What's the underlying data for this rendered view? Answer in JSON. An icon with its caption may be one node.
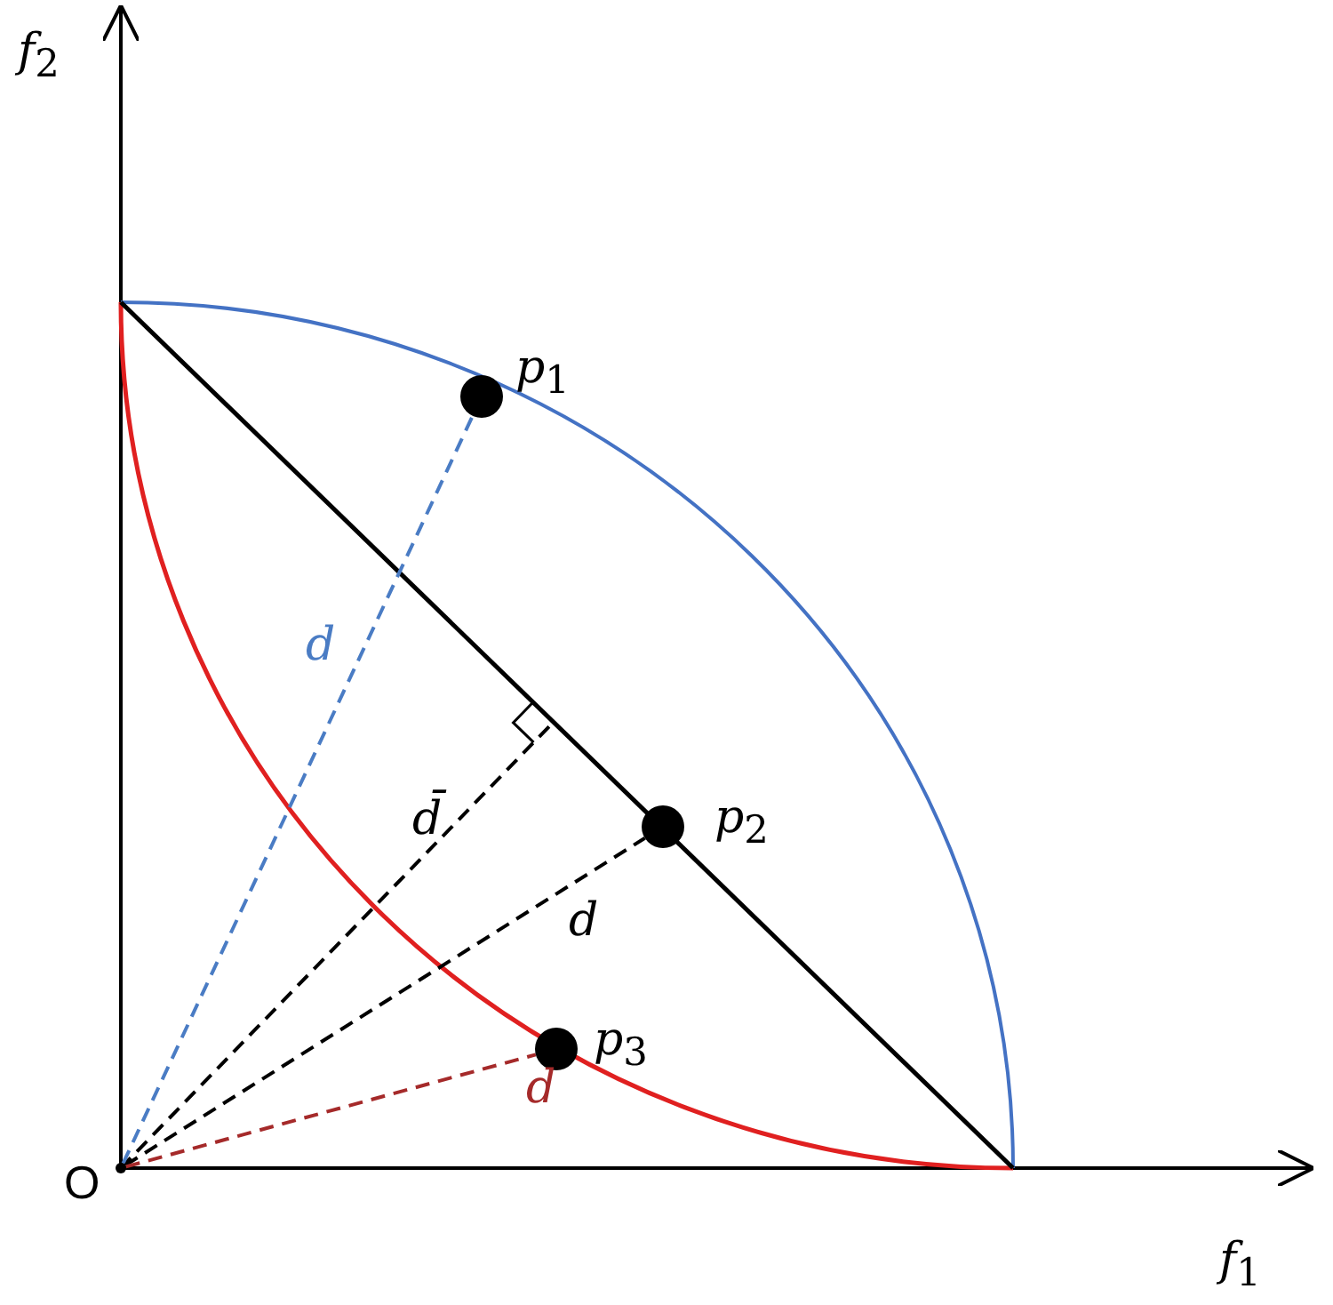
{
  "diagram": {
    "nodes": [
      {
        "text": [],
        "shape": "point",
        "beside": [
          "O"
        ]
      },
      {
        "text": [],
        "shape": "circle",
        "beside": [
          "*p*$_{1}$"
        ]
      },
      {
        "text": [],
        "shape": "circle",
        "beside": [
          "*p*$_{2}$"
        ]
      },
      {
        "text": [],
        "shape": "circle",
        "beside": [
          "*p*$_{3}$"
        ]
      }
    ],
    "edges": [
      {
        "from": 0,
        "to": 1,
        "arrow": "none",
        "style": "dashed",
        "color": "#4a7cc4",
        "label": "d"
      },
      {
        "from": 0,
        "to": 2,
        "arrow": "none",
        "style": "dashed",
        "color": "#000000",
        "label": "d"
      },
      {
        "from": 0,
        "to": 3,
        "arrow": "none",
        "style": "dashed",
        "color": "#a52a2a",
        "label": "d"
      }
    ],
    "labels": [
      "*f*$_{2}$",
      "d̄",
      "*f*$_{1}$"
    ]
  }
}
